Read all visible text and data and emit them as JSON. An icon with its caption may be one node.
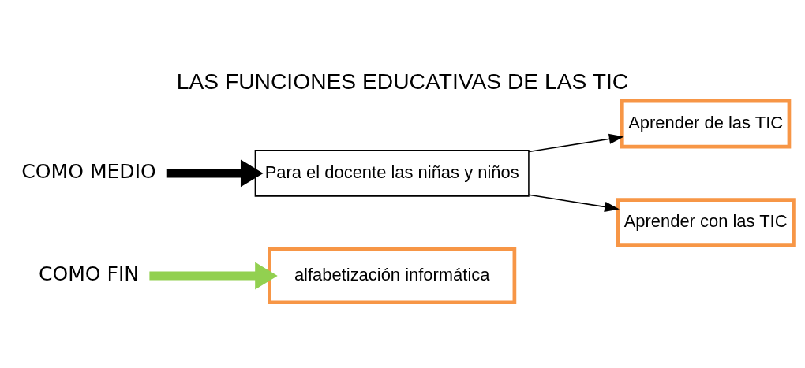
{
  "diagram": {
    "title": "LAS FUNCIONES EDUCATIVAS DE LAS TIC",
    "nodes": [
      {
        "text": [
          "COMO FIN"
        ]
      },
      {
        "text": [
          "alfabetización informática"
        ]
      },
      {
        "text": [
          "COMO MEDIO"
        ]
      },
      {
        "text": [
          "Para el docente las niñas y niños"
        ]
      },
      {
        "text": [
          "Aprender de las TIC"
        ]
      },
      {
        "text": [
          "Aprender con las TIC"
        ]
      }
    ],
    "edges": [
      {
        "from": 0,
        "to": 1,
        "arrow": "to",
        "style": "thick",
        "color": "#92d050"
      },
      {
        "from": 2,
        "to": 3,
        "arrow": "to",
        "style": "thick"
      },
      {
        "from": 3,
        "to": 4,
        "arrow": "to"
      },
      {
        "from": 3,
        "to": 5,
        "arrow": "to"
      }
    ]
  }
}
